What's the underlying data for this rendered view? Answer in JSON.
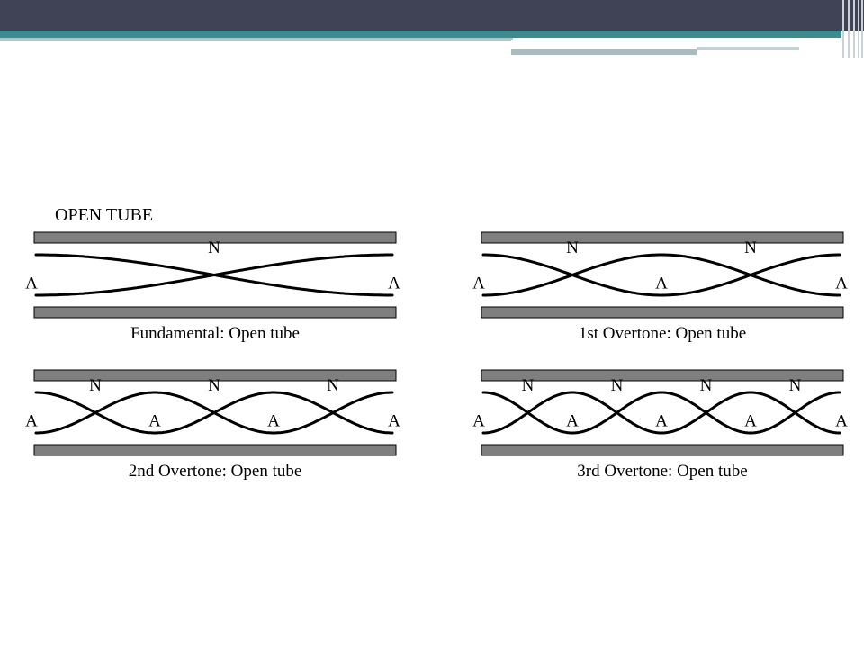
{
  "diagram": {
    "title": "OPEN TUBE",
    "antinode_label": "A",
    "node_label": "N",
    "panels": [
      {
        "caption": "Fundamental: Open tube",
        "harmonic": 1
      },
      {
        "caption": "1st Overtone: Open tube",
        "harmonic": 2
      },
      {
        "caption": "2nd Overtone: Open tube",
        "harmonic": 3
      },
      {
        "caption": "3rd Overtone: Open tube",
        "harmonic": 4
      }
    ]
  },
  "colors": {
    "header": "#404256",
    "accent": "#3d8a8f",
    "tube_wall": "#7f7f7f",
    "wave": "#000000"
  }
}
